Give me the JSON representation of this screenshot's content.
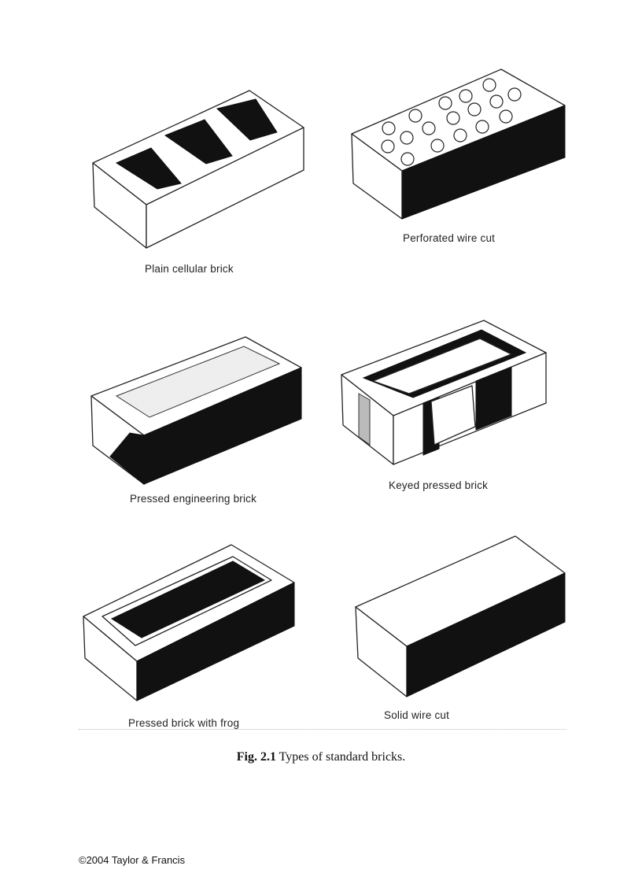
{
  "figure": {
    "bricks": [
      {
        "label": "Plain cellular brick",
        "icon": "plain-cellular-brick"
      },
      {
        "label": "Perforated wire cut",
        "icon": "perforated-wire-cut-brick"
      },
      {
        "label": "Pressed engineering brick",
        "icon": "pressed-engineering-brick"
      },
      {
        "label": "Keyed pressed brick",
        "icon": "keyed-pressed-brick"
      },
      {
        "label": "Pressed brick with frog",
        "icon": "pressed-brick-with-frog"
      },
      {
        "label": "Solid wire cut",
        "icon": "solid-wire-cut-brick"
      }
    ],
    "caption_number": "Fig. 2.1",
    "caption_text": " Types of standard bricks."
  },
  "footer": {
    "copyright": "©2004 Taylor & Francis"
  }
}
